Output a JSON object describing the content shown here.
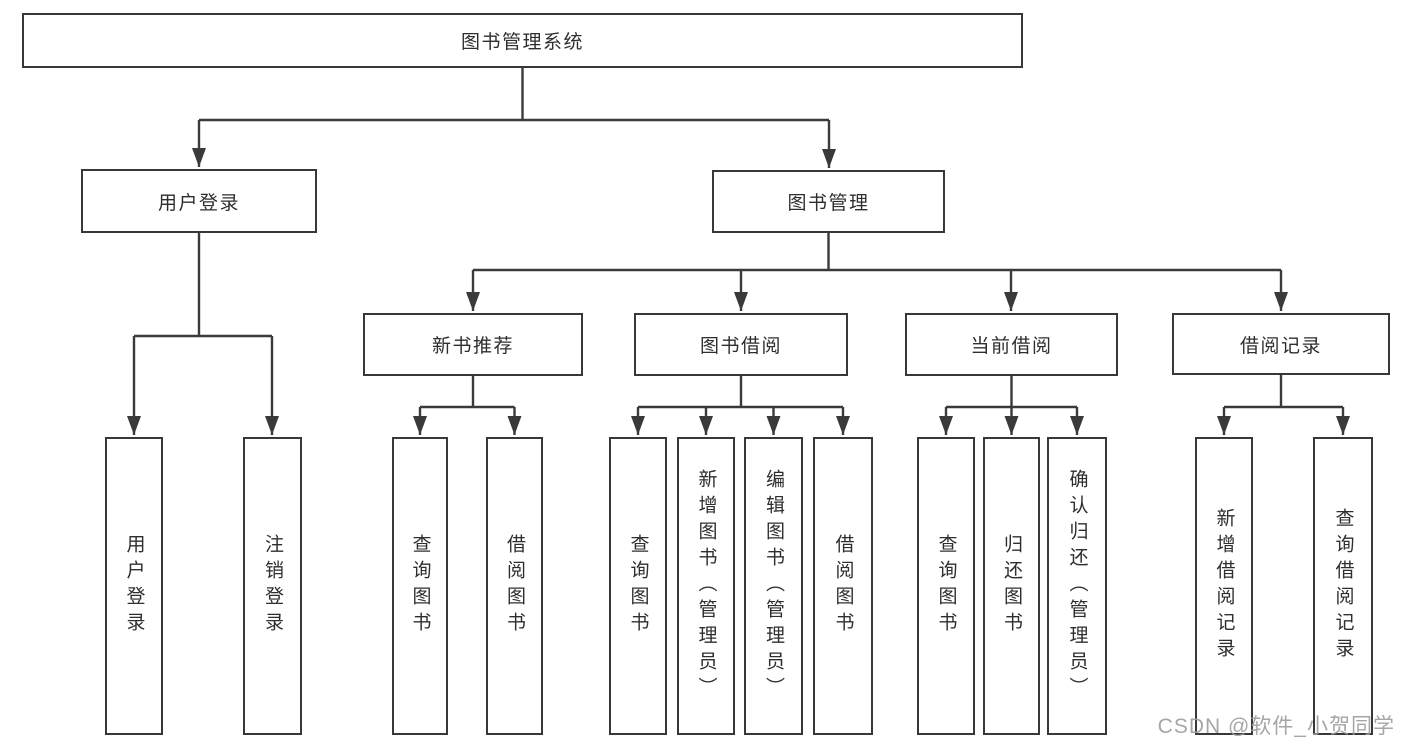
{
  "diagram": {
    "type": "hierarchy",
    "background": "#ffffff",
    "line_color": "#3a3a3a",
    "text_color": "#2e2e2e",
    "watermark_color": "#9e9e9e",
    "nodes": {
      "root": {
        "label": "图书管理系统"
      },
      "level2": [
        {
          "label": "用户登录"
        },
        {
          "label": "图书管理"
        }
      ],
      "level3": [
        {
          "label": "新书推荐",
          "parent": "图书管理"
        },
        {
          "label": "图书借阅",
          "parent": "图书管理"
        },
        {
          "label": "当前借阅",
          "parent": "图书管理"
        },
        {
          "label": "借阅记录",
          "parent": "图书管理"
        }
      ],
      "leaves": [
        {
          "label": "用户登录",
          "parent": "用户登录"
        },
        {
          "label": "注销登录",
          "parent": "用户登录"
        },
        {
          "label": "查询图书",
          "parent": "新书推荐"
        },
        {
          "label": "借阅图书",
          "parent": "新书推荐"
        },
        {
          "label": "查询图书",
          "parent": "图书借阅"
        },
        {
          "label": "新增图书（管理员）",
          "parent": "图书借阅"
        },
        {
          "label": "编辑图书（管理员）",
          "parent": "图书借阅"
        },
        {
          "label": "借阅图书",
          "parent": "图书借阅"
        },
        {
          "label": "查询图书",
          "parent": "当前借阅"
        },
        {
          "label": "归还图书",
          "parent": "当前借阅"
        },
        {
          "label": "确认归还（管理员）",
          "parent": "当前借阅"
        },
        {
          "label": "新增借阅记录",
          "parent": "借阅记录"
        },
        {
          "label": "查询借阅记录",
          "parent": "借阅记录"
        }
      ]
    },
    "watermark": "CSDN @软件_小贺同学"
  }
}
